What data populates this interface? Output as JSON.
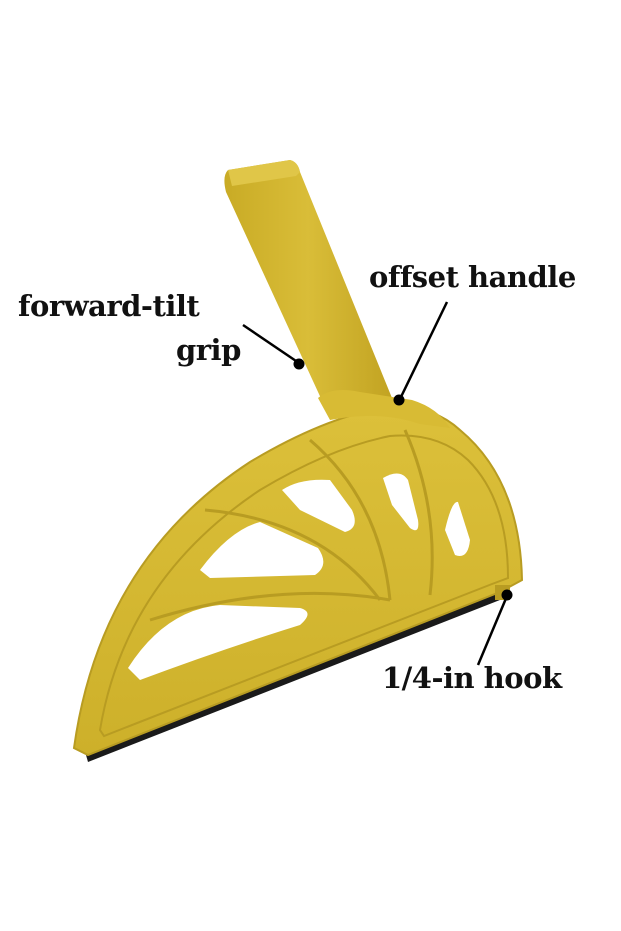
{
  "diagram": {
    "subject": "push block with offset handle",
    "colors": {
      "background": "#ffffff",
      "body": "#d4b72c",
      "body_shade": "#b39920",
      "body_highlight": "#e2c84a",
      "base_strip": "#1a1a1a",
      "callout": "#000000"
    },
    "labels": {
      "forward_tilt_line1": "forward-tilt",
      "forward_tilt_line2": "grip",
      "offset_handle": "offset handle",
      "hook": "1/4-in hook"
    }
  }
}
